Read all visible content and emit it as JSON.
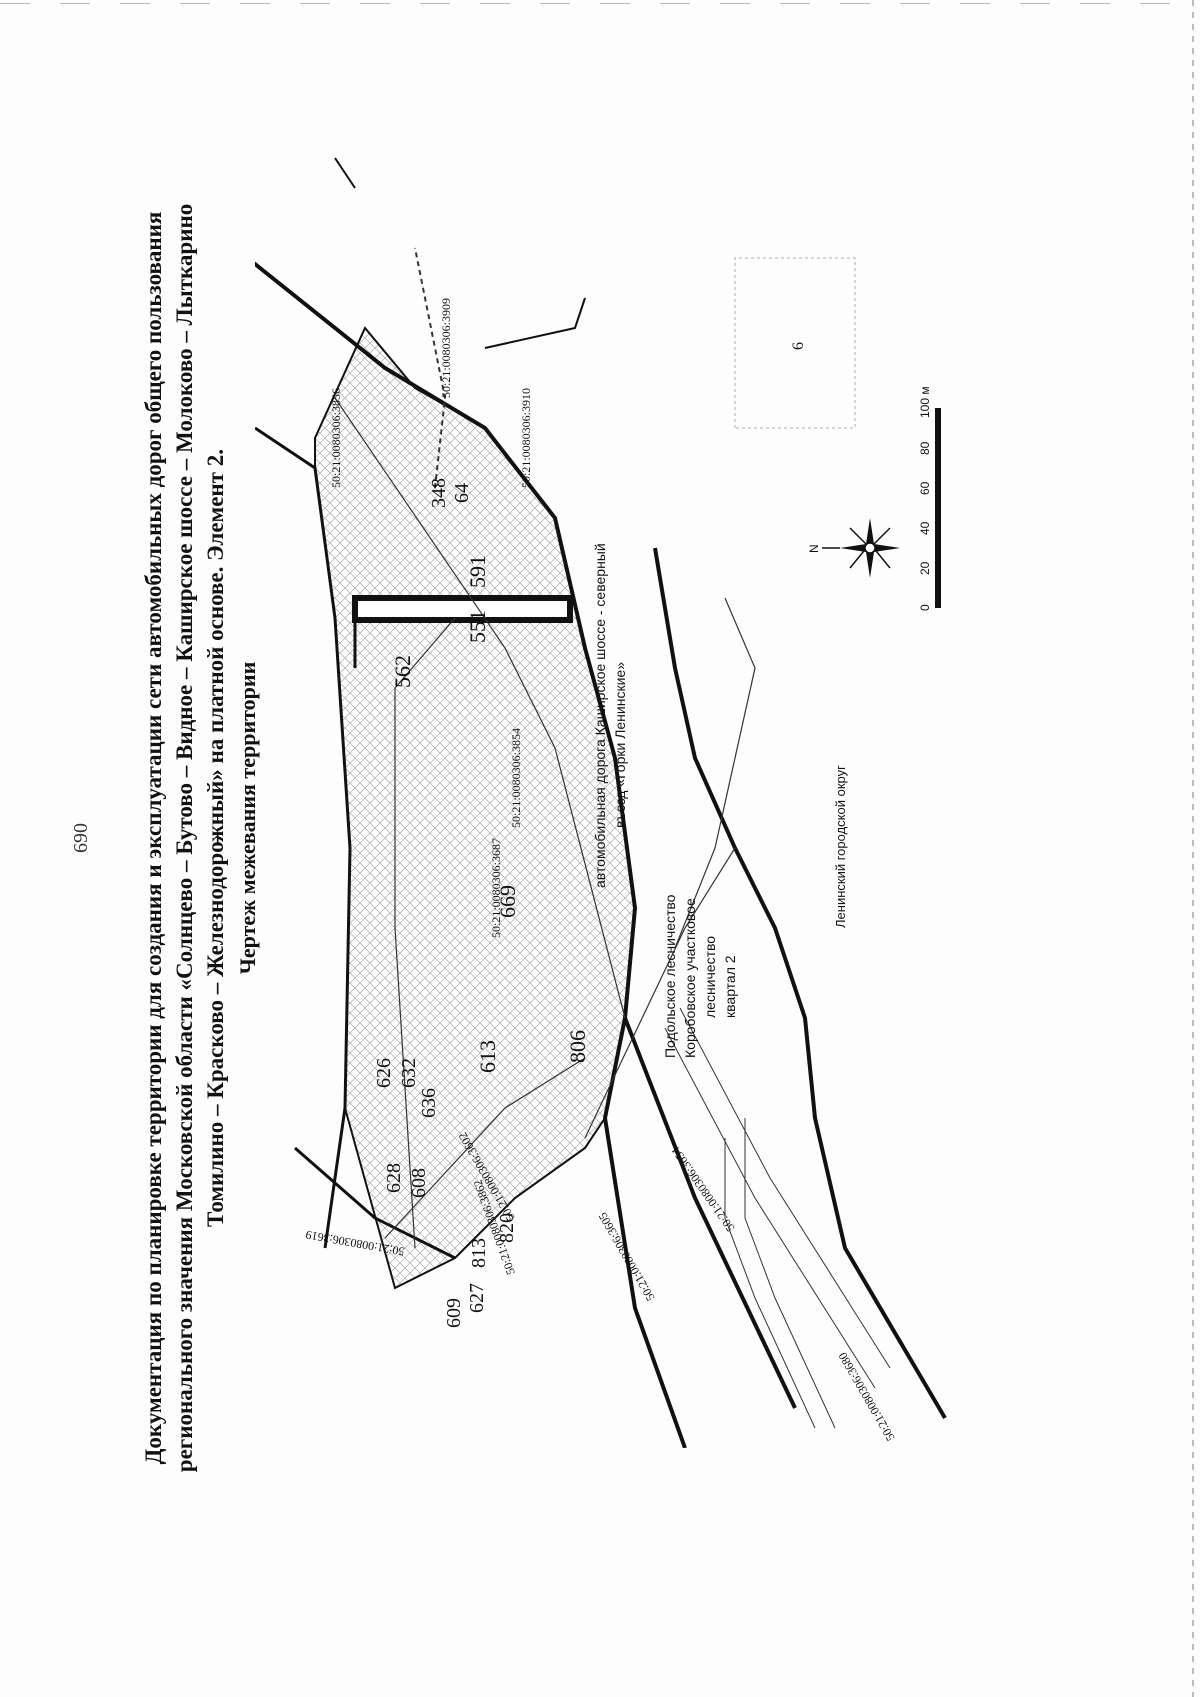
{
  "page_number": "690",
  "title": {
    "line1": "Документация по планировке территории для создания и эксплуатации сети автомобильных дорог общего пользования",
    "line2": "регионального значения Московской области «Солнцево – Бутово – Видное – Каширское шоссе – Молоково – Лыткарино –",
    "line3": "Томилино – Красково – Железнодорожный» на платной основе. Элемент 2."
  },
  "subtitle": "Чертеж межевания территории",
  "parcels": {
    "p609": "609",
    "p627": "627",
    "p628": "628",
    "p608": "608",
    "p626": "626",
    "p632": "632",
    "p636": "636",
    "p613": "613",
    "p669": "669",
    "p820": "820",
    "p813": "813",
    "p806": "806",
    "p562": "562",
    "p551": "551",
    "p591": "591",
    "p348": "348",
    "p64": "64"
  },
  "cadastral": {
    "c3619": "50:21:0080306:3619",
    "c3862": "50:21:0080306:3862",
    "c3605": "50:21:0080306:3605",
    "c3654": "50:21:0080306:3654",
    "c3680": "50:21:0080306:3680",
    "c3602": "50:21:0080306:3602",
    "c3687": "50:21:0080306:3687",
    "c3854": "50:21:0080306:3854",
    "c3856": "50:21:0080306:3856",
    "c3909": "50:21:0080306:3909",
    "c3910": "50:21:0080306:3910"
  },
  "labels": {
    "forestry_1": "Подольское лесничество",
    "forestry_2": "Коробовское участковое",
    "forestry_3": "лесничество",
    "forestry_4": "квартал 2",
    "road_1": "автомобильная дорога Каширское шоссе - северный",
    "road_2": "въезд «Горки Ленинские»",
    "district": "Ленинский городской округ",
    "legend_number": "6"
  },
  "scale": {
    "ticks": [
      "0",
      "20",
      "40",
      "60",
      "80",
      "100 м"
    ]
  },
  "compass": {
    "north_label": "N"
  },
  "colors": {
    "ink": "#111111",
    "hatch": "#9a9a9a",
    "paper": "#fdfdfd"
  }
}
